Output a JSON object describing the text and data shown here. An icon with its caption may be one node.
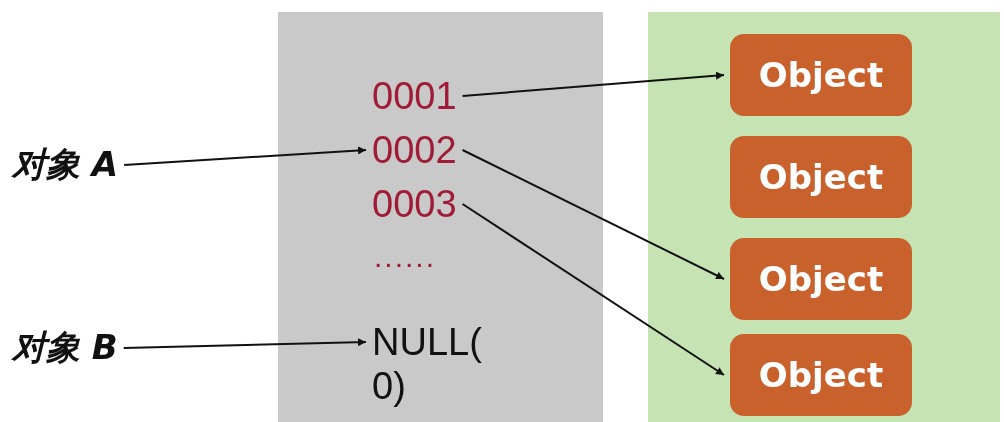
{
  "diagram": {
    "nodes": [
      {
        "text": [],
        "shape": "box"
      },
      {
        "text": [
          "0001"
        ],
        "in": 0
      },
      {
        "text": [
          "0002"
        ],
        "in": 0
      },
      {
        "text": [
          "0003"
        ],
        "in": 0
      },
      {
        "text": [
          "NULL(0)"
        ],
        "in": 0
      },
      {
        "text": [],
        "shape": "box"
      },
      {
        "text": [
          "Object"
        ],
        "in": 5
      },
      {
        "text": [
          "Object"
        ],
        "in": 5
      },
      {
        "text": [
          "Object"
        ],
        "in": 5
      },
      {
        "text": [
          "Object"
        ],
        "in": 5
      },
      {
        "text": [
          "对象 A"
        ]
      },
      {
        "text": [
          "对象 B"
        ]
      }
    ],
    "edges": [
      {
        "from": 10,
        "to": 2,
        "arrow": "to"
      },
      {
        "from": 11,
        "to": 4,
        "arrow": "to"
      },
      {
        "from": 1,
        "to": 6,
        "arrow": "to"
      },
      {
        "from": 2,
        "to": 8,
        "arrow": "to"
      },
      {
        "from": 3,
        "to": 9,
        "arrow": "to"
      }
    ],
    "labels": [
      "......"
    ]
  }
}
